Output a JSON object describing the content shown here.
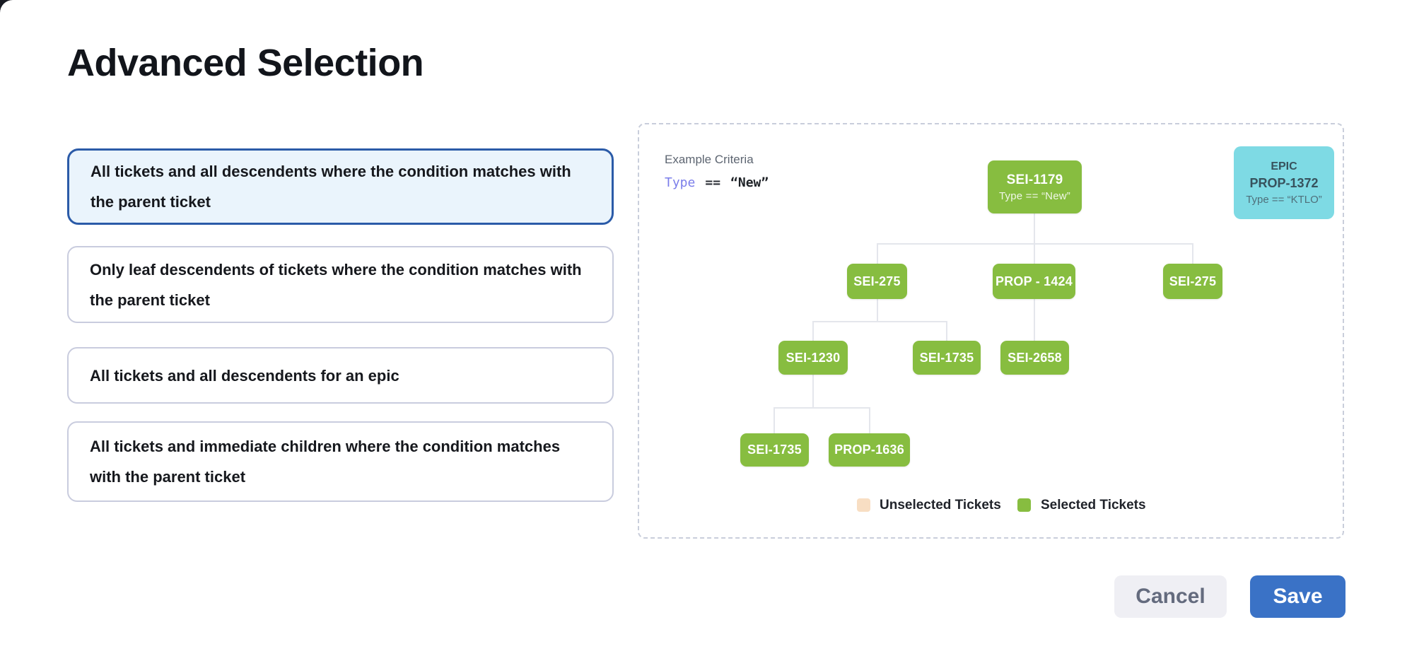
{
  "page": {
    "title": "Advanced Selection"
  },
  "options": [
    {
      "label": "All tickets and all descendents where the condition matches with the parent ticket",
      "selected": true
    },
    {
      "label": "Only leaf descendents of tickets where the condition matches with the parent ticket",
      "selected": false
    },
    {
      "label": "All tickets and all descendents for an epic",
      "selected": false
    },
    {
      "label": "All tickets and immediate children where the condition matches with the parent ticket",
      "selected": false
    }
  ],
  "example_panel": {
    "heading": "Example Criteria",
    "criteria": {
      "field": "Type",
      "operator": "==",
      "value": "“New”"
    },
    "epic_card": {
      "type_label": "EPIC",
      "ticket_id": "PROP-1372",
      "condition": "Type == “KTLO”"
    },
    "tree": {
      "root": {
        "id": "SEI-1179",
        "condition": "Type == “New”"
      },
      "level2": [
        "SEI-275",
        "PROP - 1424",
        "SEI-275"
      ],
      "level3": [
        "SEI-1230",
        "SEI-1735",
        "SEI-2658"
      ],
      "level4": [
        "SEI-1735",
        "PROP-1636"
      ]
    },
    "legend": [
      {
        "label": "Unselected Tickets",
        "color": "#F8DEC3"
      },
      {
        "label": "Selected Tickets",
        "color": "#87BD40"
      }
    ]
  },
  "footer": {
    "cancel_label": "Cancel",
    "save_label": "Save"
  },
  "colors": {
    "selected_ticket": "#87BD40",
    "unselected_ticket": "#F8DEC3",
    "epic_card": "#7EDAE4",
    "save_button": "#3A72C6",
    "selected_card_border": "#2B5BA8",
    "criteria_field": "#7B7EEA"
  }
}
